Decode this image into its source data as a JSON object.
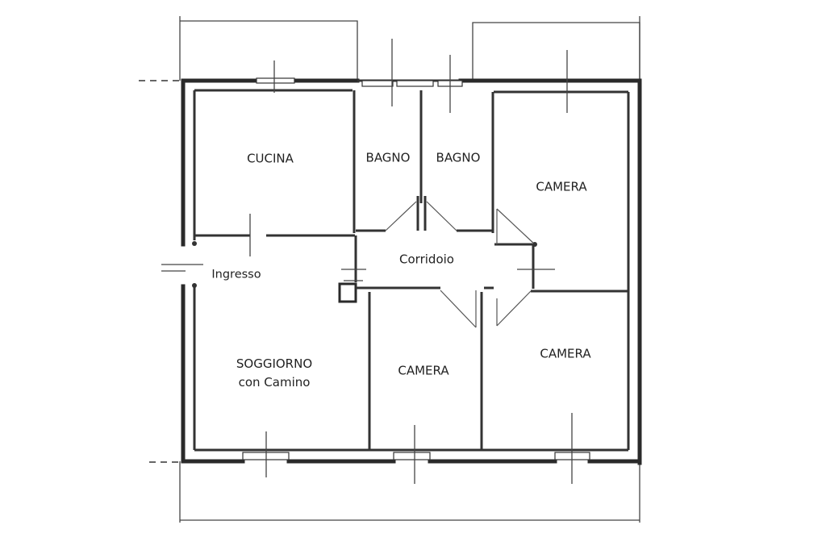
{
  "rooms": {
    "cucina": "CUCINA",
    "bagno_1": "BAGNO",
    "bagno_2": "BAGNO",
    "camera_ne": "CAMERA",
    "corridoio": "Corridoio",
    "ingresso": "Ingresso",
    "soggiorno_line1": "SOGGIORNO",
    "soggiorno_line2": "con Camino",
    "camera_s": "CAMERA",
    "camera_se": "CAMERA"
  },
  "colors": {
    "wall": "#2a2a2a",
    "background": "#ffffff",
    "text": "#222222"
  }
}
